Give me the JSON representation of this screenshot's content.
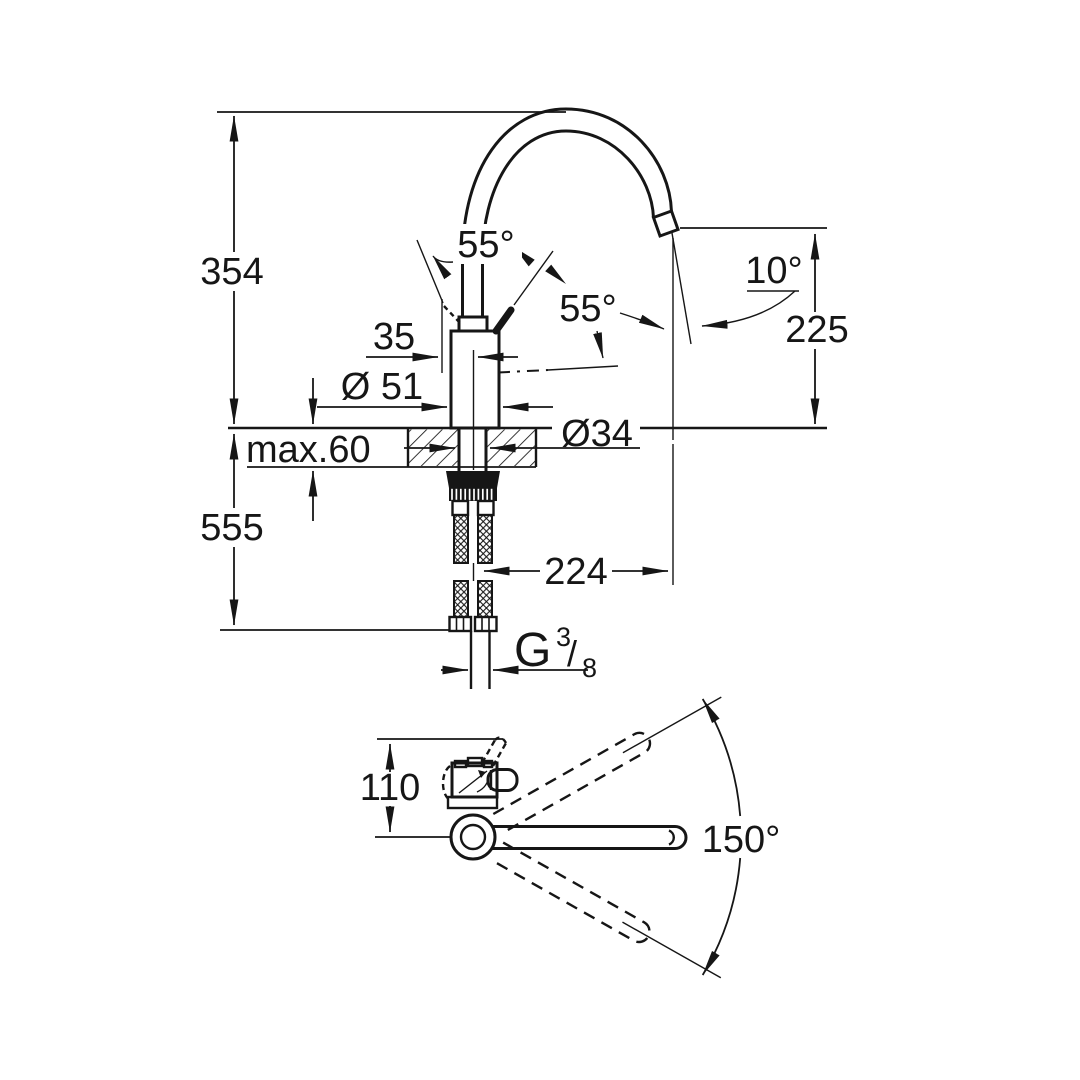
{
  "colors": {
    "ink": "#161616",
    "background": "#ffffff"
  },
  "side_view": {
    "dims": {
      "overall_height": "354",
      "below_counter_height": "555",
      "counter_thickness": "max.60",
      "handle_offset": "35",
      "body_diameter": "Ø 51",
      "hole_diameter": "Ø34",
      "handle_angle_open": "55°",
      "handle_angle_lift": "55°",
      "spout_outlet_angle": "10°",
      "spout_clearance": "225",
      "spout_reach": "224",
      "thread_letter": "G",
      "thread_numerator": "3",
      "thread_slash": "/",
      "thread_denominator": "8"
    }
  },
  "top_view": {
    "dims": {
      "base_depth": "110",
      "swivel_angle": "150°"
    }
  }
}
